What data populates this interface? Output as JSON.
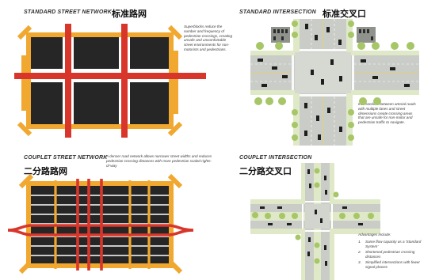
{
  "panels": {
    "standard_network": {
      "title": "STANDARD STREET NETWORK",
      "title_zh": "标准路网",
      "note": "Superblocks reduce the number and frequency of pedestrian crossings, creating unsafe and uncomfortable street environments for non-motorists and pedestrians."
    },
    "standard_intersection": {
      "title": "STANDARD INTERSECTION",
      "title_zh": "标准交叉口",
      "note": "Intersections between arterial roads with multiple lanes and street dimensions create crossing areas that are unsafe for non-motor and pedestrian traffic to navigate."
    },
    "couplet_network": {
      "title": "COUPLET STREET NETWORK",
      "title_zh": "二分路路网",
      "note": "A denser road network allows narrower street widths and reduces pedestrian crossing distances with more pedestrian scaled rights-of-way"
    },
    "couplet_intersection": {
      "title": "COUPLET INTERSECTION",
      "title_zh": "二分路交叉口",
      "advantages_title": "Advantages include:",
      "advantages": [
        {
          "num": "1.",
          "text": "Same flow capacity as a 'Standard System'"
        },
        {
          "num": "2.",
          "text": "Shortened pedestrian crossing distances"
        },
        {
          "num": "3.",
          "text": "Simplified intersections with fewer signal phases"
        }
      ]
    }
  },
  "colors": {
    "block": "#262626",
    "local_street": "#f0a830",
    "arterial": "#d9362b",
    "road_gray": "#c9ccc7",
    "sidewalk": "#e4e4de",
    "grass": "#c8dba0",
    "tree": "#a6c667"
  }
}
